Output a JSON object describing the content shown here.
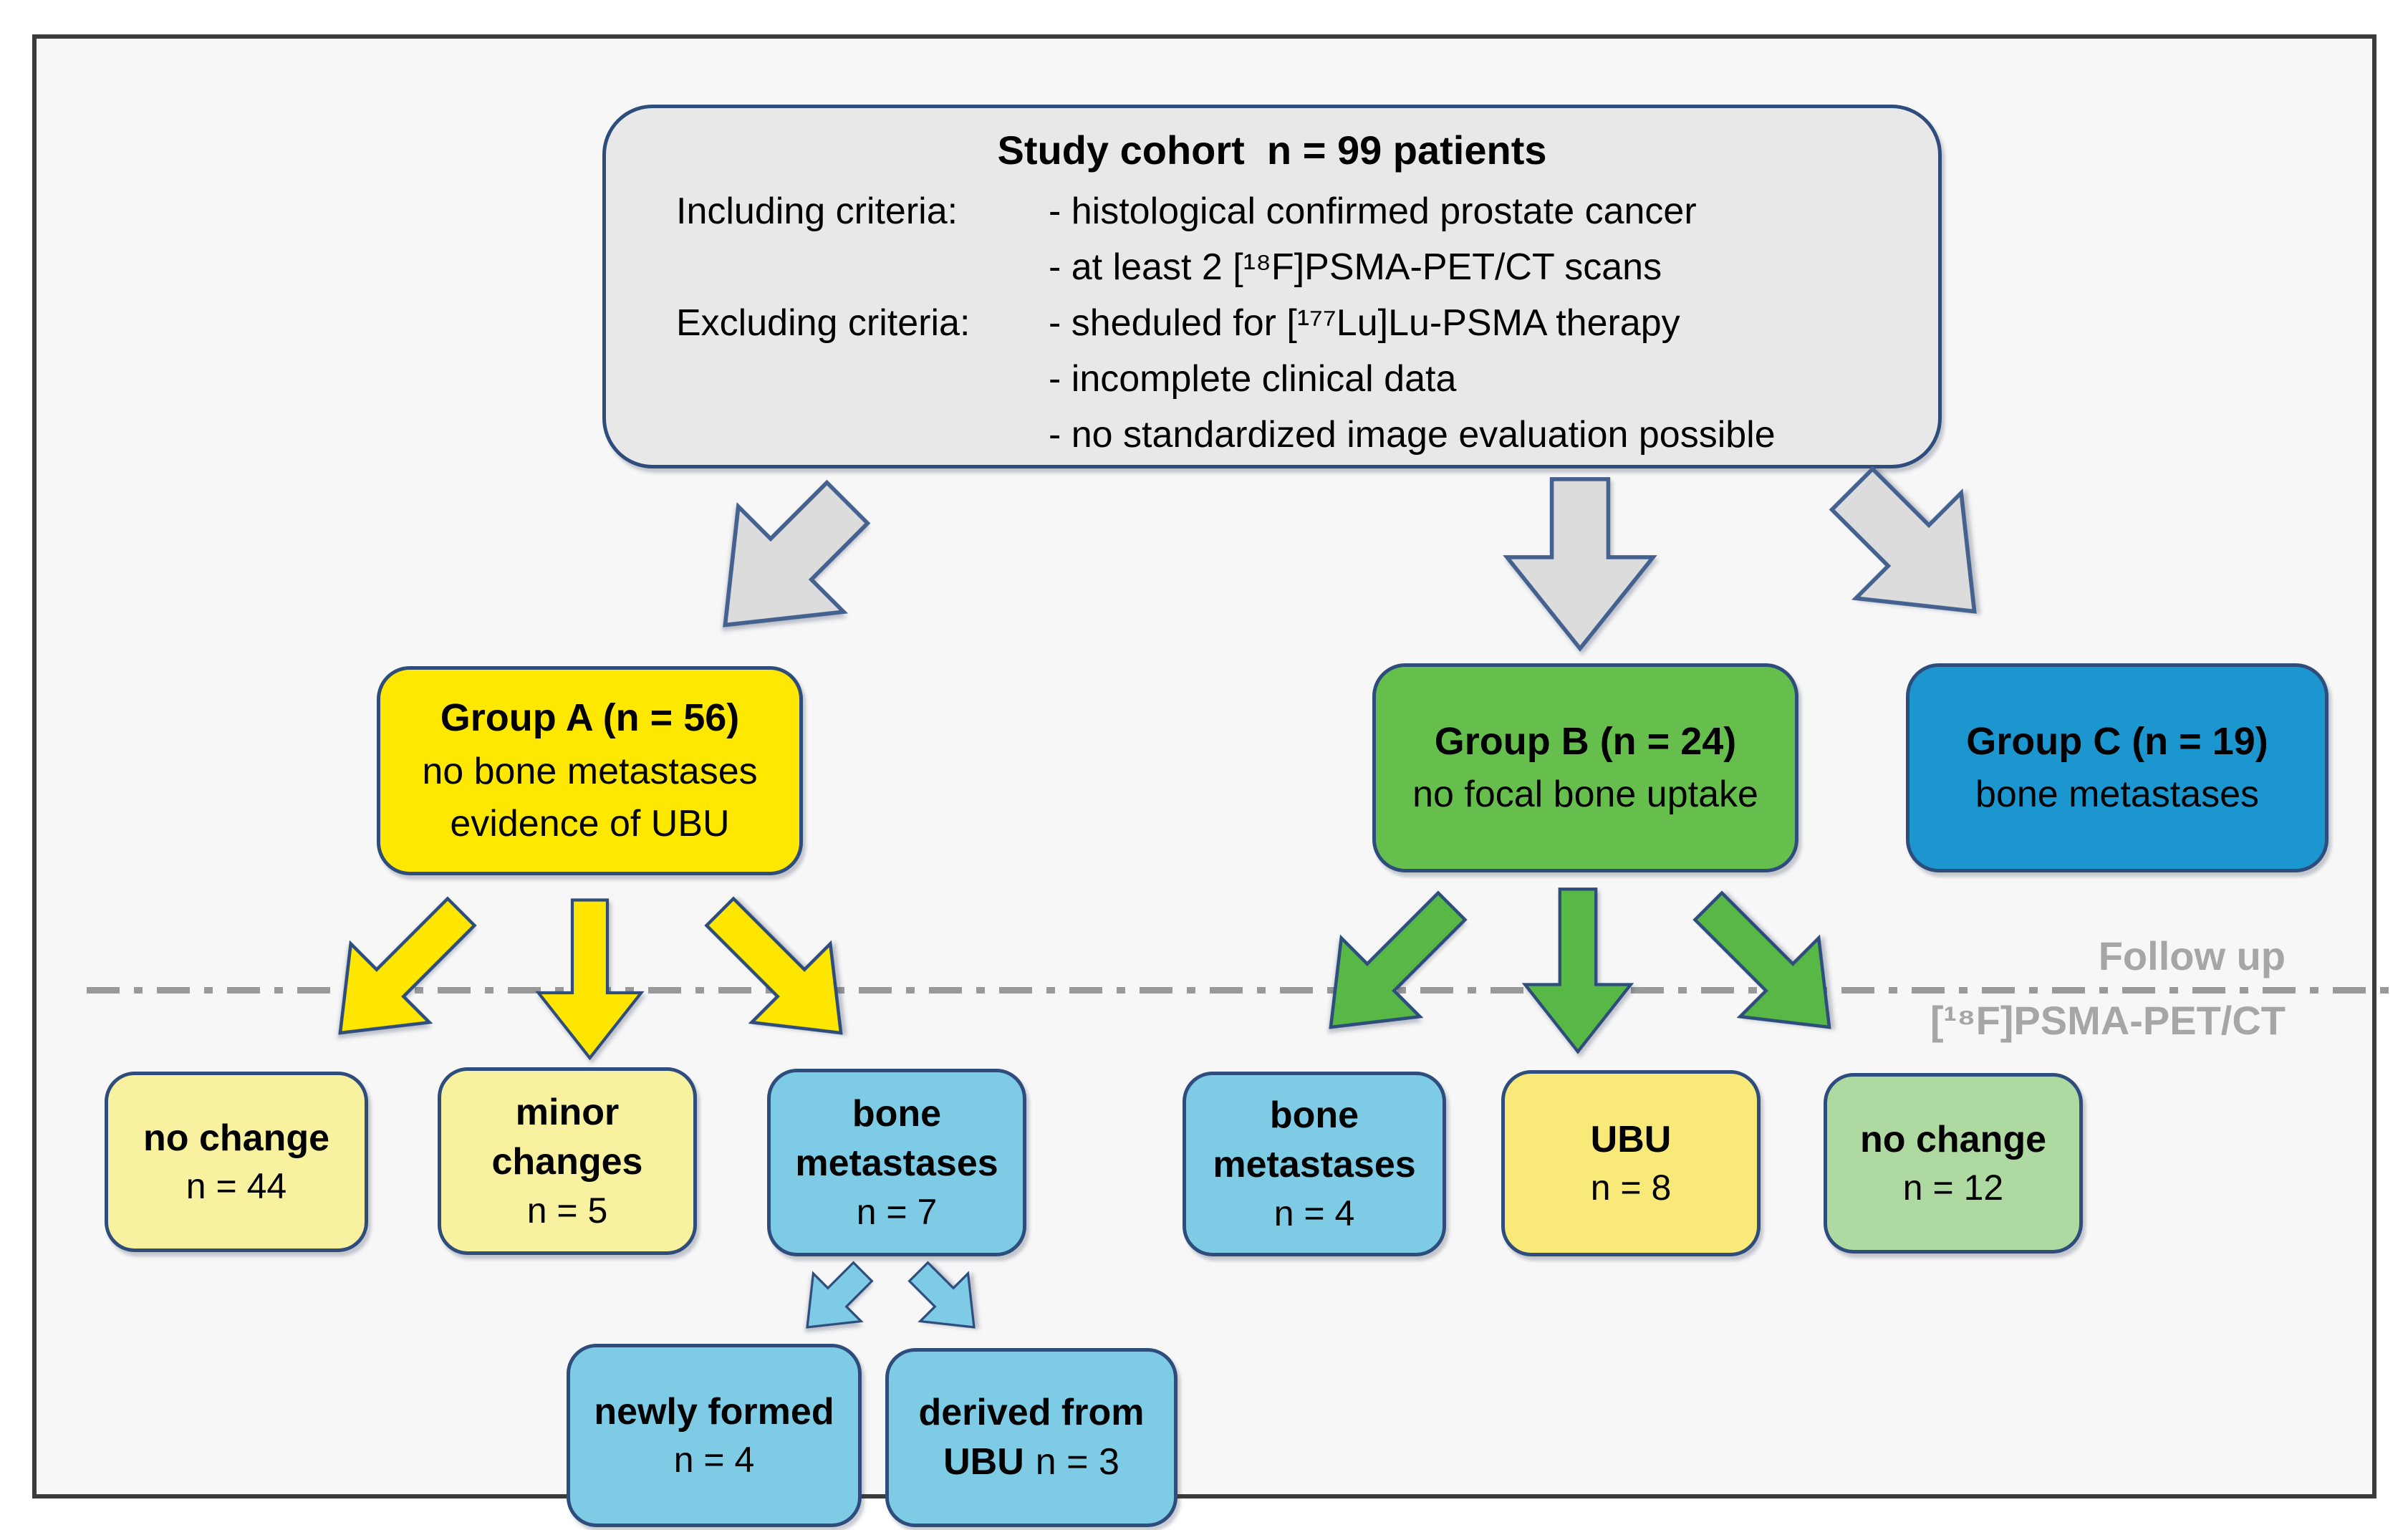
{
  "colors": {
    "page_bg": "#ffffff",
    "frame_bg": "#f7f7f7",
    "frame_border": "#3b3b3b",
    "box_border": "#2e4d7d",
    "cohort_fill": "#e8e8e8",
    "arrow_gray": "#dcdcdc",
    "arrow_stroke": "#44618f",
    "arrow_yellow": "#ffe600",
    "arrow_green": "#57b845",
    "arrow_blue": "#7ecbe6",
    "group_a_fill": "#ffe800",
    "group_b_fill": "#66bf4d",
    "group_c_fill": "#1b96ce",
    "pale_yellow": "#f8f1a0",
    "ubu_yellow": "#f8e978",
    "light_blue": "#7ecbe6",
    "pale_green": "#aedaa2",
    "dash_line": "#999999",
    "followup_text": "#a6a6a6",
    "text_black": "#000000"
  },
  "cohort": {
    "title": "Study cohort  n = 99 patients",
    "rows": [
      {
        "label": "Including criteria:",
        "item": "- histological confirmed prostate cancer"
      },
      {
        "label": "",
        "item": "- at least 2 [¹⁸F]PSMA-PET/CT scans"
      },
      {
        "label": "Excluding criteria:",
        "item": "- sheduled for [¹⁷⁷Lu]Lu-PSMA therapy"
      },
      {
        "label": "",
        "item": "- incomplete clinical data"
      },
      {
        "label": "",
        "item": "- no standardized image evaluation possible"
      }
    ]
  },
  "groups": {
    "a": {
      "title": "Group A (n = 56)",
      "lines": [
        "no bone metastases",
        "evidence of UBU"
      ]
    },
    "b": {
      "title": "Group B (n = 24)",
      "lines": [
        "no focal bone uptake"
      ]
    },
    "c": {
      "title": "Group C (n = 19)",
      "lines": [
        "bone metastases"
      ]
    }
  },
  "followup": {
    "line1": "Follow up",
    "line2": "[¹⁸F]PSMA-PET/CT"
  },
  "outcomes": {
    "no_change_a": {
      "title": "no change",
      "n": "n = 44"
    },
    "minor_changes": {
      "title": "minor changes",
      "n": "n = 5"
    },
    "bone_mets_7": {
      "title": "bone metastases",
      "n": "n = 7"
    },
    "bone_mets_4": {
      "title": "bone metastases",
      "n": "n = 4"
    },
    "ubu": {
      "title": "UBU",
      "n": "n = 8"
    },
    "no_change_b": {
      "title": "no change",
      "n": "n = 12"
    },
    "newly_formed": {
      "title": "newly formed",
      "n": "n = 4"
    },
    "derived_ubu": {
      "title": "derived from",
      "title2": "UBU",
      "n": "n = 3"
    }
  }
}
